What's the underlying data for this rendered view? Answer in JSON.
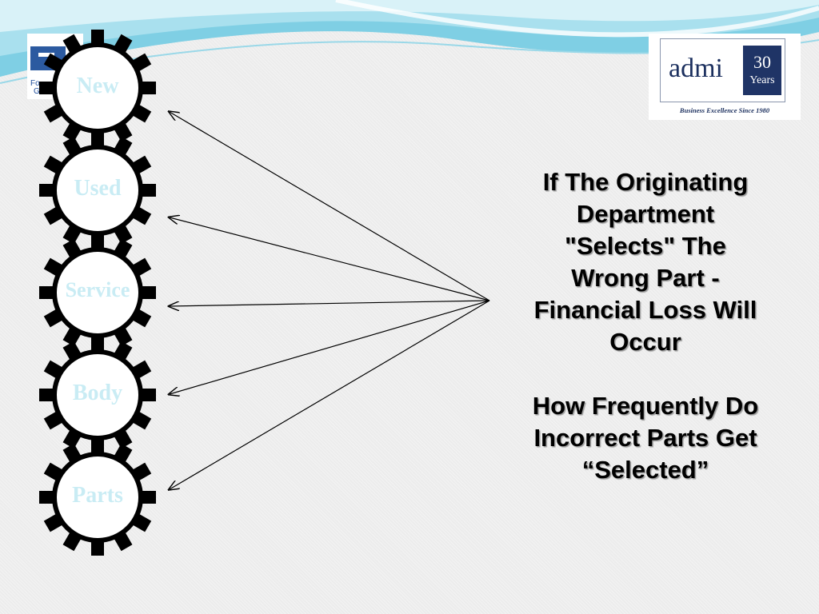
{
  "slide": {
    "title_lines": [
      "If The Originating",
      "Department",
      "\"Selects\" The",
      "Wrong Part -",
      "Financial Loss Will",
      "Occur"
    ],
    "question_lines": [
      "How Frequently Do",
      "Incorrect Parts Get",
      "“Selected”"
    ]
  },
  "gears": [
    {
      "label": "New"
    },
    {
      "label": "Used"
    },
    {
      "label": "Service"
    },
    {
      "label": "Body"
    },
    {
      "label": "Parts"
    }
  ],
  "logo_left": {
    "text_line1": "Fo",
    "text_line2": "G"
  },
  "logo_right": {
    "name": "admi",
    "badge_number": "30",
    "badge_text": "Years",
    "tagline": "Business Excellence Since 1980"
  },
  "colors": {
    "gear_fill": "#000000",
    "gear_face": "#ffffff",
    "gear_label": "#c9ecf4",
    "wave_light": "#cdeef6",
    "wave_dark": "#6fc6de",
    "logo_navy": "#1f3466"
  }
}
